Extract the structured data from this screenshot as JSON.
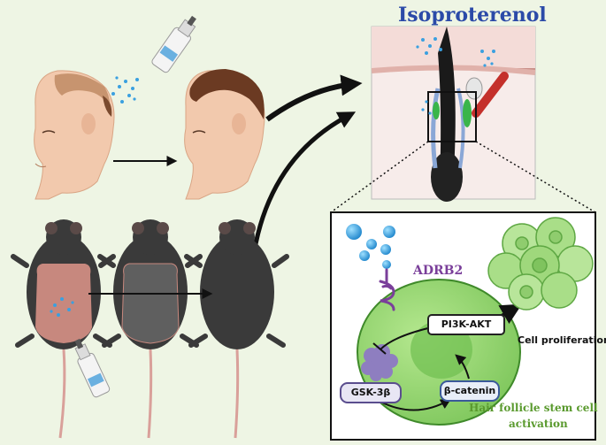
{
  "title": "Isoproterenol",
  "receptor_label": "ADRB2",
  "pathway": {
    "pi3k_akt": "PI3K-AKT",
    "gsk3b": "GSK-3β",
    "beta_catenin": "β-catenin"
  },
  "outcome": {
    "cell_proliferation": "Cell proliferation",
    "hfsc_line1": "Hair follicle stem cell",
    "hfsc_line2": "activation"
  },
  "colors": {
    "title": "#2b4aa8",
    "receptor": "#7a3f9a",
    "cell_fill": "#8fd16b",
    "stem_cell_text": "#5a9a2e",
    "drug_drops": "#3aa0e0"
  }
}
